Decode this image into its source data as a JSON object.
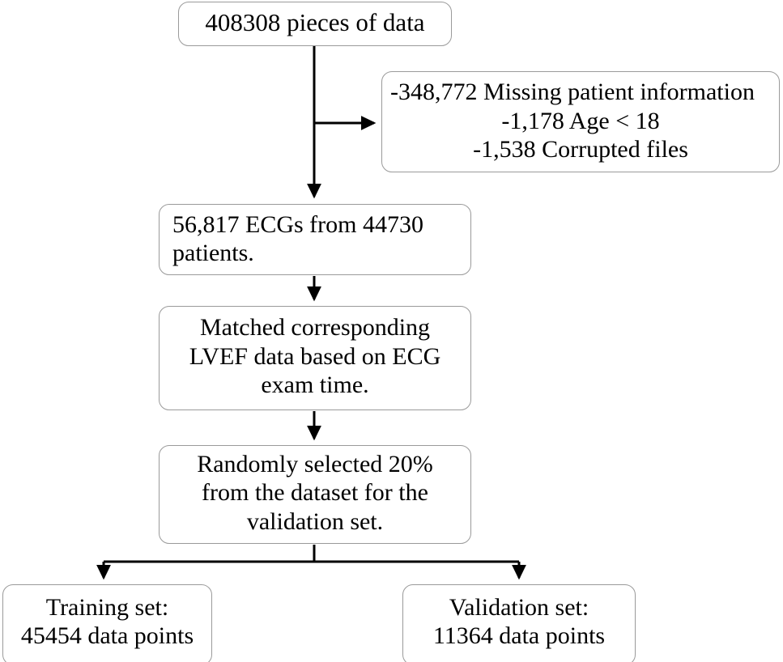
{
  "figure": {
    "type": "flowchart",
    "orientation": "top-to-bottom",
    "background_color": "#ffffff",
    "box_border_color": "#9a9a9a",
    "connector_color": "#000000"
  },
  "nodes": {
    "source": {
      "id": "source",
      "lines": [
        "408308 pieces of data"
      ]
    },
    "exclusions": {
      "id": "exclusions",
      "lines": [
        "-348,772 Missing patient information",
        "-1,178 Age < 18",
        "-1,538 Corrupted files"
      ]
    },
    "ecgs": {
      "id": "ecgs",
      "lines": [
        "56,817 ECGs from 44730",
        "patients."
      ]
    },
    "matched": {
      "id": "matched",
      "lines": [
        "Matched corresponding",
        "LVEF data based on ECG",
        "exam time."
      ]
    },
    "random_split": {
      "id": "random_split",
      "lines": [
        "Randomly selected 20%",
        "from the dataset for the",
        "validation set."
      ]
    },
    "training": {
      "id": "training",
      "lines": [
        "Training set:",
        "45454 data points"
      ]
    },
    "validation": {
      "id": "validation",
      "lines": [
        "Validation set:",
        "11364 data points"
      ]
    }
  },
  "edges": [
    {
      "from": "source",
      "to": "exclusions",
      "style": "elbow-right-arrow"
    },
    {
      "from": "source",
      "to": "ecgs",
      "style": "straight-down-arrow"
    },
    {
      "from": "ecgs",
      "to": "matched",
      "style": "straight-down-arrow"
    },
    {
      "from": "matched",
      "to": "random_split",
      "style": "straight-down-arrow"
    },
    {
      "from": "random_split",
      "to": "training",
      "style": "split-left-arrow"
    },
    {
      "from": "random_split",
      "to": "validation",
      "style": "split-right-arrow"
    }
  ]
}
